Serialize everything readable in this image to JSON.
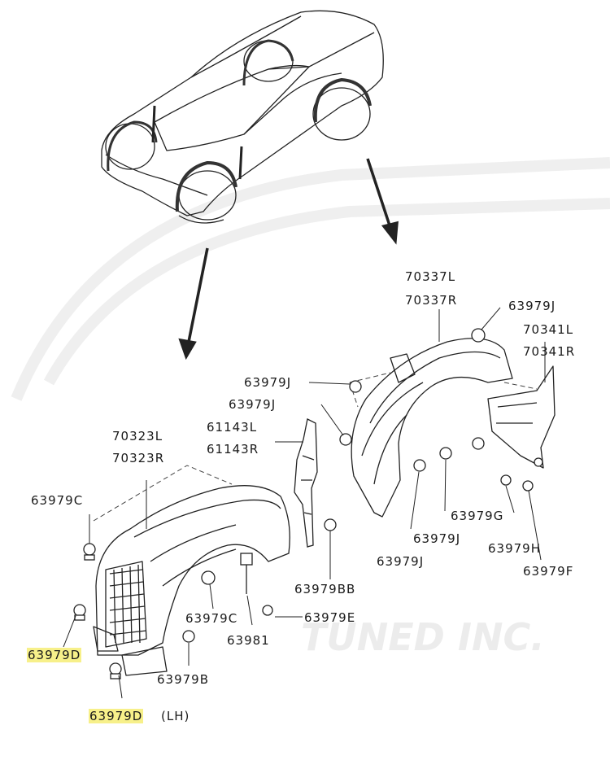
{
  "watermark": "TUNED INC.",
  "labels": {
    "rear_liner_l": "70337L",
    "rear_liner_r": "70337R",
    "clip_j1": "63979J",
    "rear_side_l": "70341L",
    "rear_side_r": "70341R",
    "clip_j2": "63979J",
    "clip_j3": "63979J",
    "bracket_l": "61143L",
    "bracket_r": "61143R",
    "front_liner_l": "70323L",
    "front_liner_r": "70323R",
    "clip_c1": "63979C",
    "clip_g": "63979G",
    "clip_j4": "63979J",
    "clip_h": "63979H",
    "clip_j5": "63979J",
    "clip_f": "63979F",
    "clip_bb": "63979BB",
    "clip_c2": "63979C",
    "clip_e": "63979E",
    "bolt": "63981",
    "clip_d1": "63979D",
    "clip_b": "63979B",
    "clip_d2": "63979D",
    "lh_note": "(LH)"
  },
  "colors": {
    "highlight": "#f7f08a",
    "line": "#1a1a1a",
    "watermark": "#ececec"
  }
}
